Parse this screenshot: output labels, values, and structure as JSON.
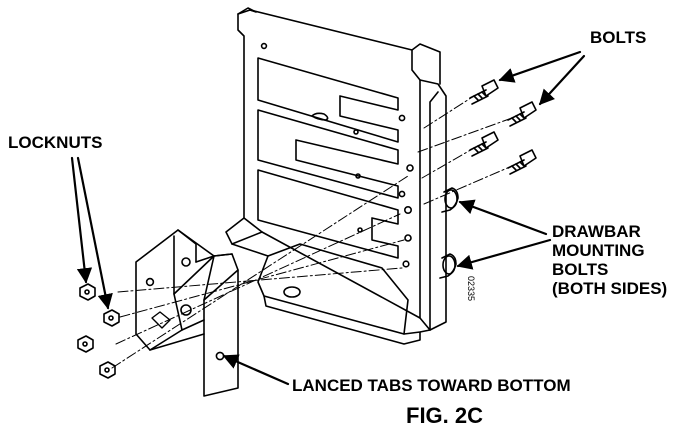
{
  "labels": {
    "bolts": "BOLTS",
    "locknuts": "LOCKNUTS",
    "drawbar_1": "DRAWBAR",
    "drawbar_2": "MOUNTING",
    "drawbar_3": "BOLTS",
    "drawbar_4": "(BOTH SIDES)",
    "lanced_tabs": "LANCED TABS TOWARD BOTTOM",
    "figure": "FIG. 2C",
    "part_number": "02335"
  }
}
